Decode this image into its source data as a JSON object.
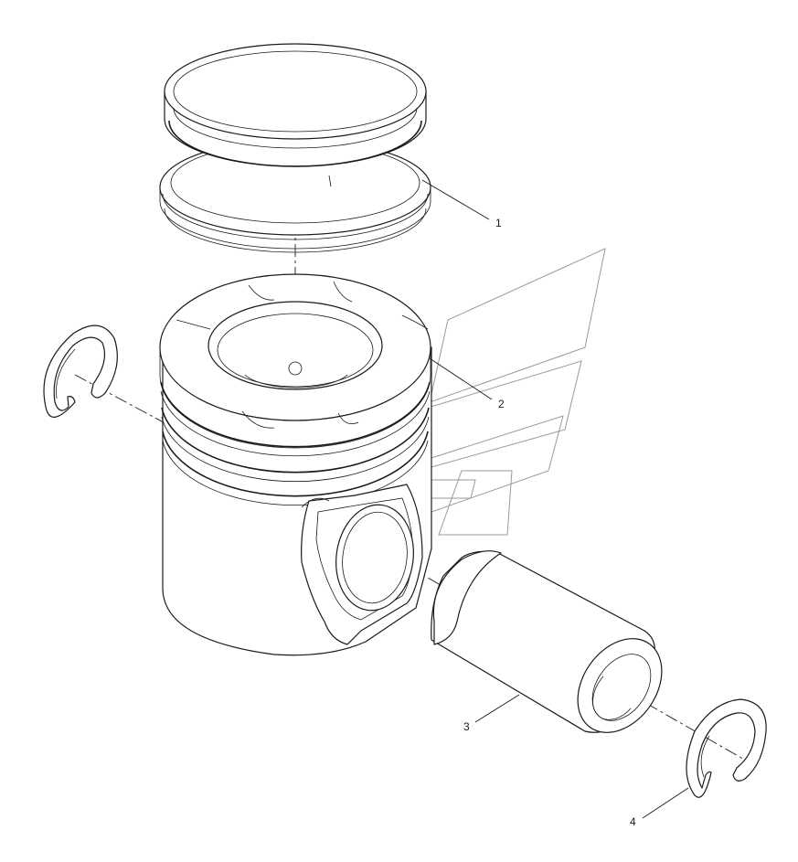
{
  "callouts": [
    {
      "id": "1",
      "label": "1"
    },
    {
      "id": "2",
      "label": "2"
    },
    {
      "id": "3",
      "label": "3"
    },
    {
      "id": "4",
      "label": "4"
    }
  ],
  "colors": {
    "line": "#1a1a1a",
    "watermark": "#9a9a9a",
    "background": "#ffffff"
  }
}
